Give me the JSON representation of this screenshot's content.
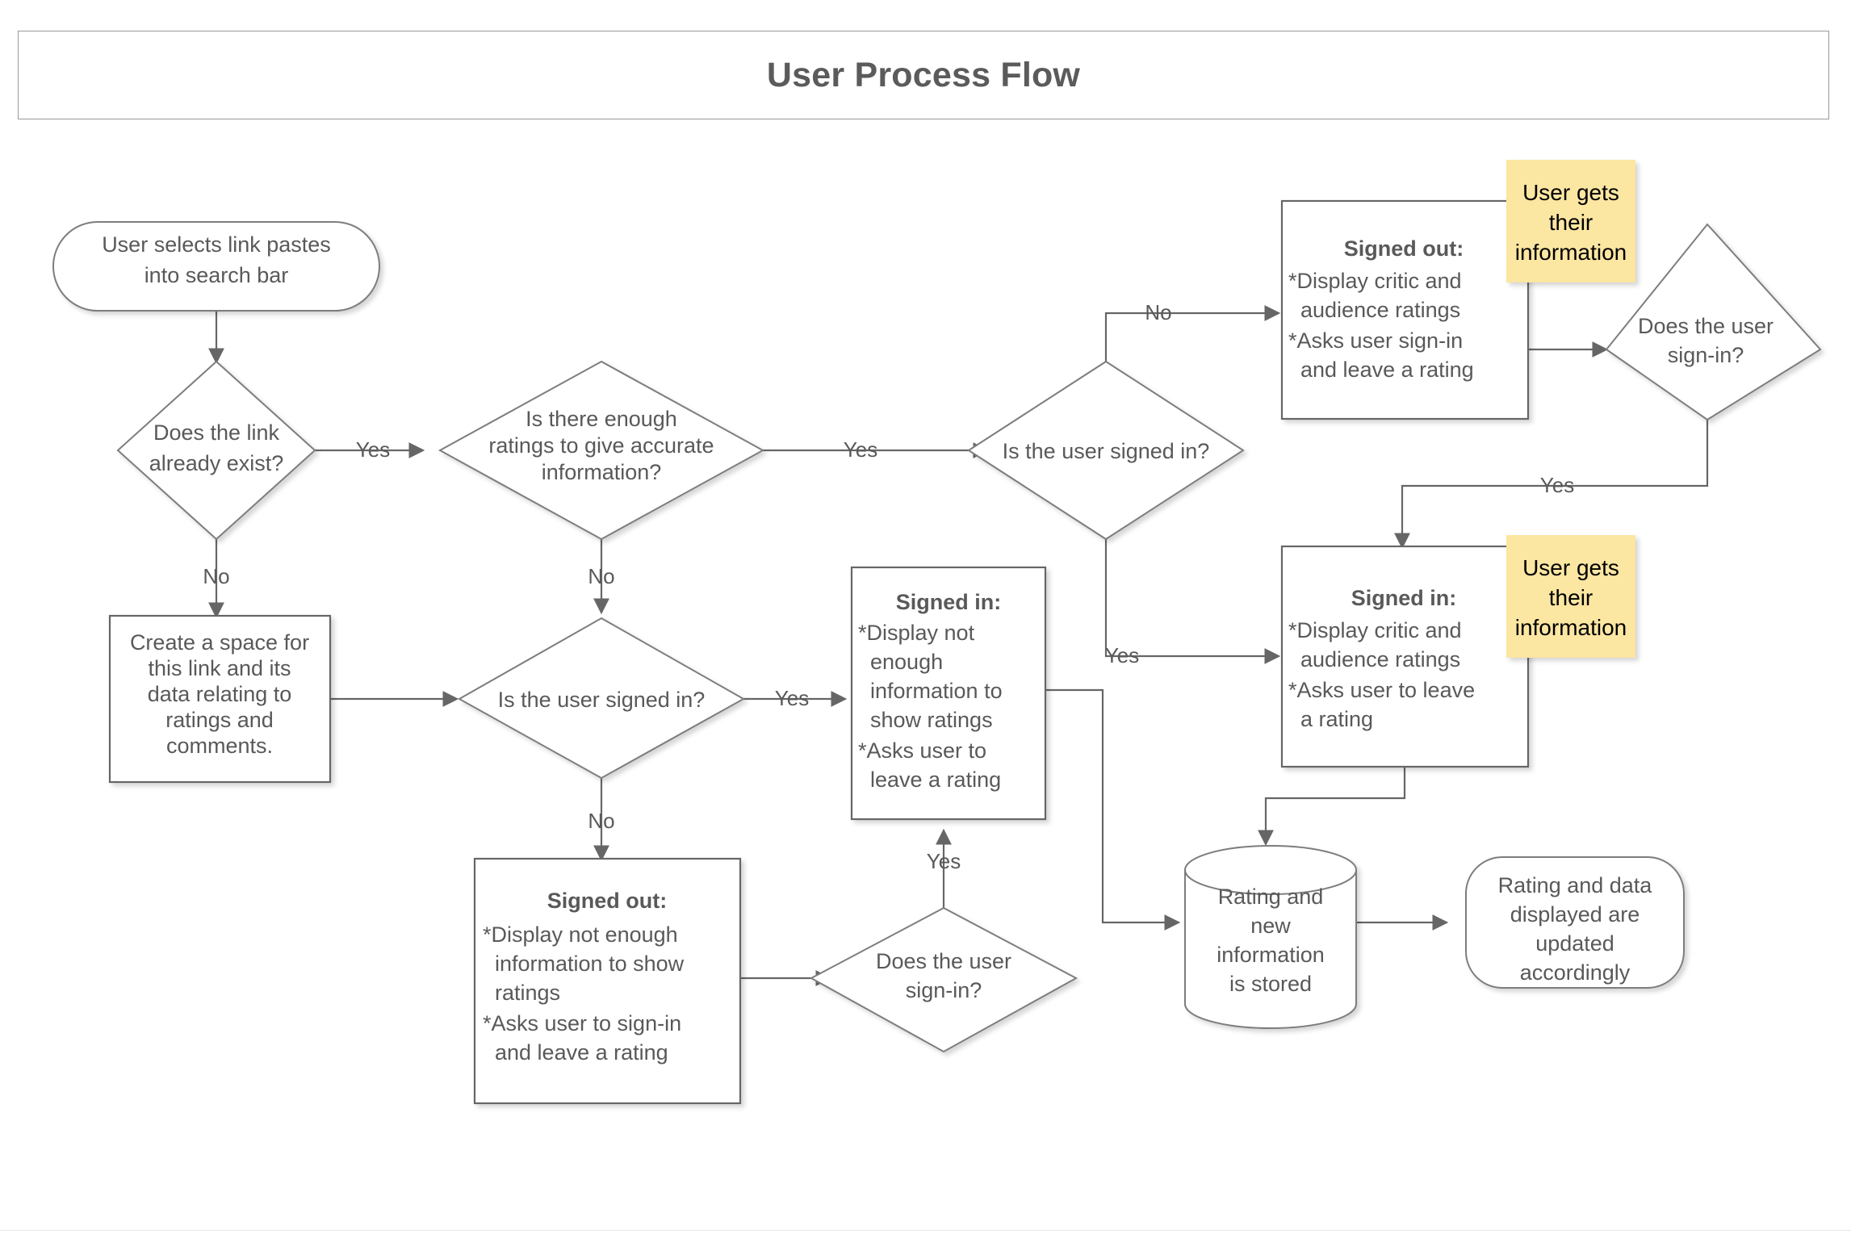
{
  "page": {
    "title": "User Process Flow",
    "background_color": "#ffffff",
    "title_color": "#5b5b5b",
    "shape_stroke_color": "#666666",
    "shape_fill_color": "#ffffff",
    "note_color": "#fbe6a2",
    "text_color": "#595959"
  },
  "chart_data": {
    "type": "diagram",
    "diagram_kind": "flowchart",
    "title": "User Process Flow",
    "nodes": [
      {
        "id": "start",
        "shape": "terminator",
        "label": "User selects link pastes into search bar"
      },
      {
        "id": "link_exists",
        "shape": "decision",
        "label": "Does the link already exist?"
      },
      {
        "id": "create_space",
        "shape": "process",
        "label": "Create a space for this link and its data relating to ratings and comments."
      },
      {
        "id": "enough_ratings",
        "shape": "decision",
        "label": "Is there enough ratings to give accurate information?"
      },
      {
        "id": "signed_in_mid",
        "shape": "decision",
        "label": "Is the user signed in?"
      },
      {
        "id": "signed_in_top",
        "shape": "decision",
        "label": "Is the user signed in?"
      },
      {
        "id": "signedout_bot",
        "shape": "process",
        "heading": "Signed out:",
        "lines": [
          "*Display not enough information to show ratings",
          "*Asks user to sign-in and leave a rating"
        ]
      },
      {
        "id": "signedin_mid",
        "shape": "process",
        "heading": "Signed in:",
        "lines": [
          "*Display not enough information to show ratings",
          "*Asks user to leave a rating"
        ]
      },
      {
        "id": "signedout_top",
        "shape": "process",
        "heading": "Signed out:",
        "lines": [
          "*Display critic and audience ratings",
          "*Asks user sign-in and leave a rating"
        ]
      },
      {
        "id": "signedin_right",
        "shape": "process",
        "heading": "Signed in:",
        "lines": [
          "*Display critic and audience ratings",
          "*Asks user to leave a rating"
        ]
      },
      {
        "id": "user_signin_bot",
        "shape": "decision",
        "label": "Does the user sign-in?"
      },
      {
        "id": "user_signin_rt",
        "shape": "decision",
        "label": "Does the user sign-in?"
      },
      {
        "id": "database",
        "shape": "cylinder",
        "label": "Rating and new information is stored"
      },
      {
        "id": "end",
        "shape": "terminator",
        "label": "Rating and data displayed are updated accordingly"
      }
    ],
    "notes": [
      {
        "id": "note_top",
        "text": "User gets their information"
      },
      {
        "id": "note_right",
        "text": "User gets their information"
      }
    ],
    "edges": [
      {
        "from": "start",
        "to": "link_exists",
        "label": ""
      },
      {
        "from": "link_exists",
        "to": "enough_ratings",
        "label": "Yes"
      },
      {
        "from": "link_exists",
        "to": "create_space",
        "label": "No"
      },
      {
        "from": "create_space",
        "to": "signed_in_mid",
        "label": ""
      },
      {
        "from": "enough_ratings",
        "to": "signed_in_top",
        "label": "Yes"
      },
      {
        "from": "enough_ratings",
        "to": "signed_in_mid",
        "label": "No"
      },
      {
        "from": "signed_in_top",
        "to": "signedout_top",
        "label": "No"
      },
      {
        "from": "signed_in_top",
        "to": "signedin_right",
        "label": "Yes"
      },
      {
        "from": "signedout_top",
        "to": "user_signin_rt",
        "label": ""
      },
      {
        "from": "user_signin_rt",
        "to": "signedin_right",
        "label": "Yes"
      },
      {
        "from": "signed_in_mid",
        "to": "signedin_mid",
        "label": "Yes"
      },
      {
        "from": "signed_in_mid",
        "to": "signedout_bot",
        "label": "No"
      },
      {
        "from": "signedout_bot",
        "to": "user_signin_bot",
        "label": ""
      },
      {
        "from": "user_signin_bot",
        "to": "signedin_mid",
        "label": "Yes"
      },
      {
        "from": "signedin_mid",
        "to": "database",
        "label": ""
      },
      {
        "from": "signedin_right",
        "to": "database",
        "label": ""
      },
      {
        "from": "database",
        "to": "end",
        "label": ""
      }
    ]
  },
  "labels": {
    "start_l1": "User selects link pastes",
    "start_l2": "into search bar",
    "link_exists_l1": "Does the link",
    "link_exists_l2": "already exist?",
    "create_l1": "Create a space for",
    "create_l2": "this link and its",
    "create_l3": "data relating to",
    "create_l4": "ratings and",
    "create_l5": "comments.",
    "enough_l1": "Is there enough",
    "enough_l2": "ratings to give accurate",
    "enough_l3": "information?",
    "signedin_q_mid": "Is the user signed in?",
    "signedin_q_top": "Is the user signed in?",
    "so_bot_head": "Signed out:",
    "so_bot_l1": "*Display not enough",
    "so_bot_l2": "information to show",
    "so_bot_l3": "ratings",
    "so_bot_l4": "*Asks user to sign-in",
    "so_bot_l5": "and leave a rating",
    "si_mid_head": "Signed in:",
    "si_mid_l1": "*Display not",
    "si_mid_l2": "enough",
    "si_mid_l3": "information to",
    "si_mid_l4": "show ratings",
    "si_mid_l5": "*Asks user to",
    "si_mid_l6": "leave a rating",
    "so_top_head": "Signed out:",
    "so_top_l1": "*Display critic and",
    "so_top_l2": "audience ratings",
    "so_top_l3": "*Asks user sign-in",
    "so_top_l4": "and leave a rating",
    "si_rt_head": "Signed in:",
    "si_rt_l1": "*Display critic and",
    "si_rt_l2": "audience ratings",
    "si_rt_l3": "*Asks user to leave",
    "si_rt_l4": "a rating",
    "signin_bot_l1": "Does the user",
    "signin_bot_l2": "sign-in?",
    "signin_rt_l1": "Does the user",
    "signin_rt_l2": "sign-in?",
    "db_l1": "Rating and",
    "db_l2": "new",
    "db_l3": "information",
    "db_l4": "is stored",
    "end_l1": "Rating and data",
    "end_l2": "displayed are",
    "end_l3": "updated",
    "end_l4": "accordingly",
    "note1_l1": "User gets",
    "note1_l2": "their",
    "note1_l3": "information",
    "note2_l1": "User gets",
    "note2_l2": "their",
    "note2_l3": "information",
    "edge_yes_1": "Yes",
    "edge_no_1": "No",
    "edge_yes_2": "Yes",
    "edge_no_2": "No",
    "edge_no_3": "No",
    "edge_yes_3": "Yes",
    "edge_yes_4": "Yes",
    "edge_yes_5": "Yes",
    "edge_no_4": "No",
    "edge_yes_6": "Yes"
  }
}
